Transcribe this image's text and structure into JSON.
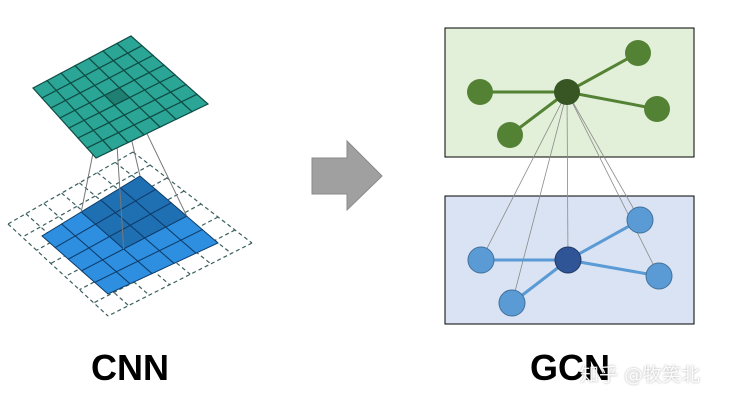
{
  "captions": {
    "cnn": "CNN",
    "gcn": "GCN"
  },
  "watermark": "知乎 @牧笑北",
  "colors": {
    "top_grid_fill": "#2ba596",
    "top_grid_highlight": "#1f7f72",
    "top_grid_stroke": "#0f4d45",
    "bottom_grid_fill": "#2e8fe0",
    "bottom_grid_dark": "#1f6fb3",
    "bottom_grid_stroke": "#0e3d6b",
    "dashed_grid": "#3a5f5f",
    "arrow_fill": "#a0a0a0",
    "arrow_stroke": "#8a8a8a",
    "green_panel_bg": "#e2efd9",
    "green_node": "#548235",
    "green_node_center": "#375623",
    "green_edge": "#548235",
    "blue_panel_bg": "#dae3f3",
    "blue_node": "#5b9bd5",
    "blue_node_center": "#2f5597",
    "blue_edge": "#5b9bd5",
    "panel_border": "#000000",
    "connector": "#777777"
  }
}
